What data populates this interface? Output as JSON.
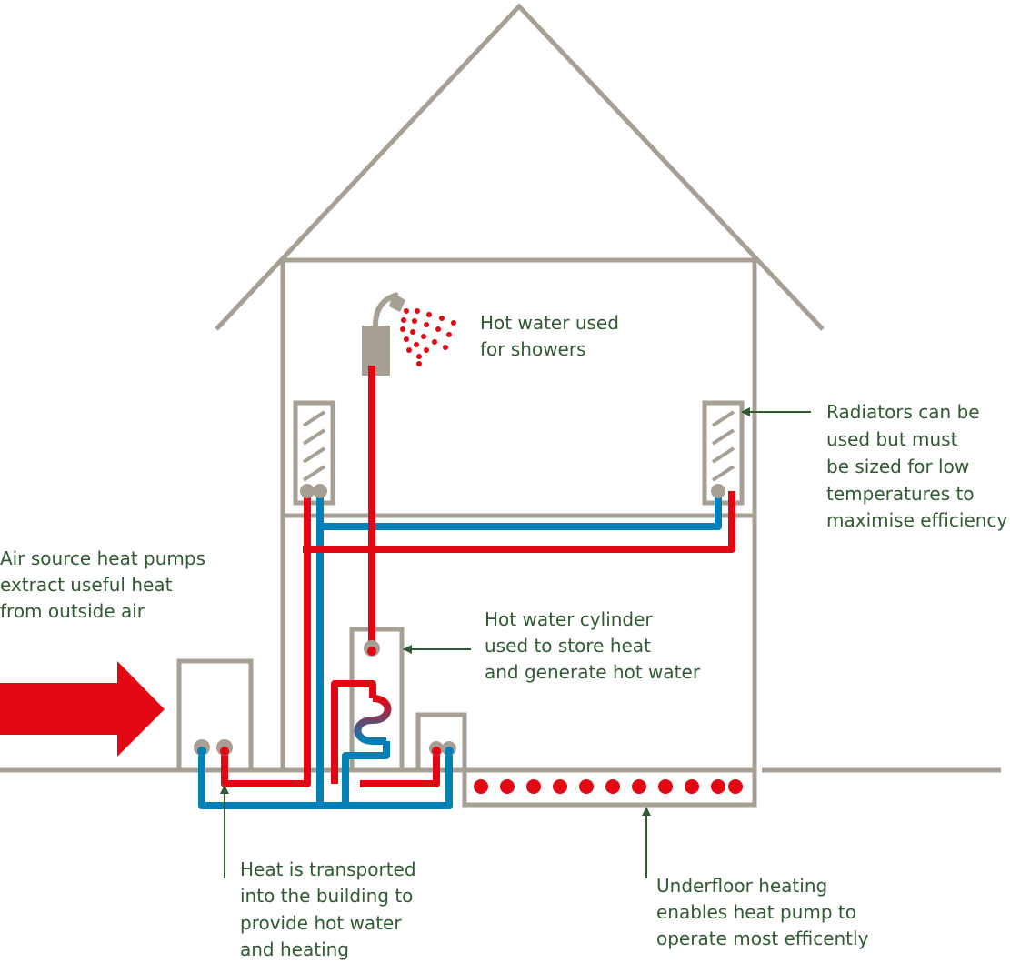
{
  "colors": {
    "structure": "#a79e94",
    "hot": "#e30613",
    "cold": "#0080b8",
    "label": "#2f5a32",
    "arrow": "#2f5a32"
  },
  "labels": {
    "air_source": [
      "Air source heat pumps",
      "extract useful heat",
      "from outside air"
    ],
    "showers": [
      "Hot water used",
      "for showers"
    ],
    "radiators": [
      "Radiators can be",
      "used but must",
      "be sized for low",
      "temperatures to",
      "maximise efficiency"
    ],
    "cylinder": [
      "Hot water cylinder",
      "used to store heat",
      "and generate hot water"
    ],
    "transport": [
      "Heat is transported",
      "into the building to",
      "provide hot water",
      "and heating"
    ],
    "underfloor": [
      "Underfloor heating",
      "enables heat pump to",
      "operate most efficently"
    ]
  },
  "icons": {
    "big_arrow": "outside-air-arrow-icon",
    "shower": "shower-head-icon"
  }
}
